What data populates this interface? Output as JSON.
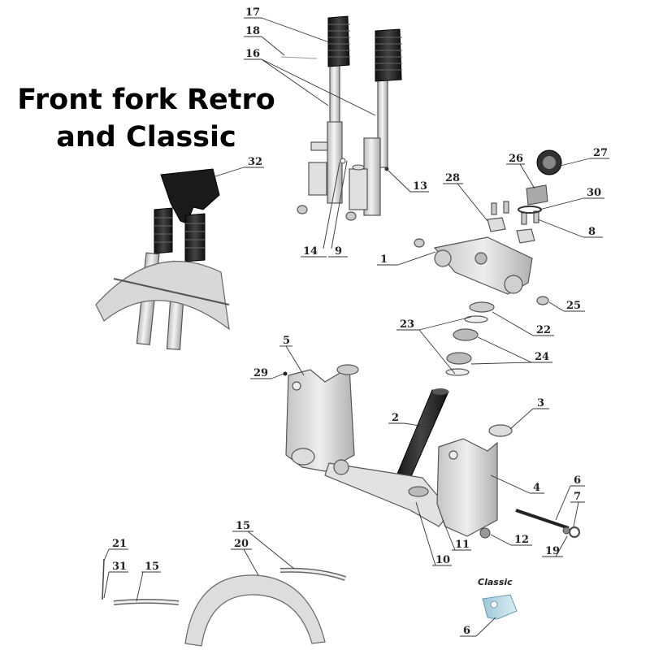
{
  "title": {
    "line1": "Front fork Retro",
    "line2": "and Classic"
  },
  "classic_label": "Classic",
  "colors": {
    "part_fill": "#dcdcdc",
    "part_dark": "#1e1e1e",
    "part_edge": "#555555",
    "label": "#222222"
  },
  "callouts": [
    {
      "id": "c17",
      "num": "17"
    },
    {
      "id": "c18",
      "num": "18"
    },
    {
      "id": "c16",
      "num": "16"
    },
    {
      "id": "c32",
      "num": "32"
    },
    {
      "id": "c13",
      "num": "13"
    },
    {
      "id": "c14",
      "num": "14"
    },
    {
      "id": "c9",
      "num": "9"
    },
    {
      "id": "c26",
      "num": "26"
    },
    {
      "id": "c27",
      "num": "27"
    },
    {
      "id": "c28",
      "num": "28"
    },
    {
      "id": "c30",
      "num": "30"
    },
    {
      "id": "c8",
      "num": "8"
    },
    {
      "id": "c1",
      "num": "1"
    },
    {
      "id": "c25",
      "num": "25"
    },
    {
      "id": "c23",
      "num": "23"
    },
    {
      "id": "c22",
      "num": "22"
    },
    {
      "id": "c24",
      "num": "24"
    },
    {
      "id": "c5",
      "num": "5"
    },
    {
      "id": "c29",
      "num": "29"
    },
    {
      "id": "c3",
      "num": "3"
    },
    {
      "id": "c2",
      "num": "2"
    },
    {
      "id": "c4",
      "num": "4"
    },
    {
      "id": "c6",
      "num": "6"
    },
    {
      "id": "c7",
      "num": "7"
    },
    {
      "id": "c12",
      "num": "12"
    },
    {
      "id": "c19",
      "num": "19"
    },
    {
      "id": "c11",
      "num": "11"
    },
    {
      "id": "c10",
      "num": "10"
    },
    {
      "id": "c15",
      "num": "15"
    },
    {
      "id": "c20",
      "num": "20"
    },
    {
      "id": "c21",
      "num": "21"
    },
    {
      "id": "c31",
      "num": "31"
    },
    {
      "id": "c15b",
      "num": "15"
    },
    {
      "id": "c6b",
      "num": "6"
    }
  ]
}
